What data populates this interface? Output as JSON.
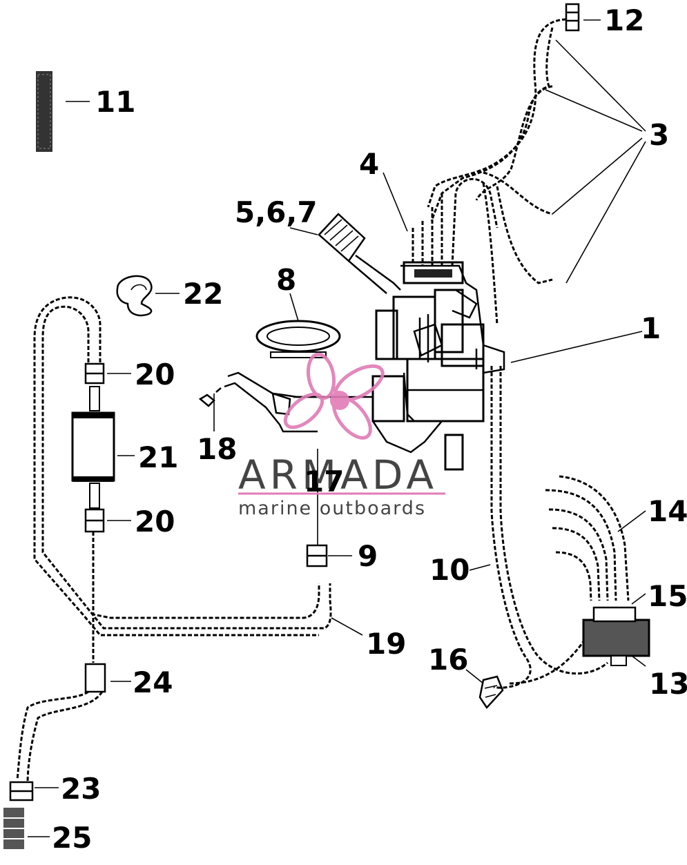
{
  "watermark": {
    "title": "ARMADA",
    "subtitle": "marine outboards",
    "logo_color": "#e07bb5",
    "text_color": "#444444"
  },
  "callouts": [
    {
      "id": "1",
      "label": "1"
    },
    {
      "id": "3",
      "label": "3"
    },
    {
      "id": "4",
      "label": "4"
    },
    {
      "id": "5-6-7",
      "label": "5,6,7"
    },
    {
      "id": "8",
      "label": "8"
    },
    {
      "id": "9",
      "label": "9"
    },
    {
      "id": "10",
      "label": "10"
    },
    {
      "id": "11",
      "label": "11"
    },
    {
      "id": "12",
      "label": "12"
    },
    {
      "id": "13",
      "label": "13"
    },
    {
      "id": "14",
      "label": "14"
    },
    {
      "id": "15",
      "label": "15"
    },
    {
      "id": "16",
      "label": "16"
    },
    {
      "id": "17",
      "label": "17"
    },
    {
      "id": "18",
      "label": "18"
    },
    {
      "id": "19",
      "label": "19"
    },
    {
      "id": "20a",
      "label": "20"
    },
    {
      "id": "20b",
      "label": "20"
    },
    {
      "id": "21",
      "label": "21"
    },
    {
      "id": "22",
      "label": "22"
    },
    {
      "id": "23",
      "label": "23"
    },
    {
      "id": "24",
      "label": "24"
    },
    {
      "id": "25",
      "label": "25"
    }
  ]
}
